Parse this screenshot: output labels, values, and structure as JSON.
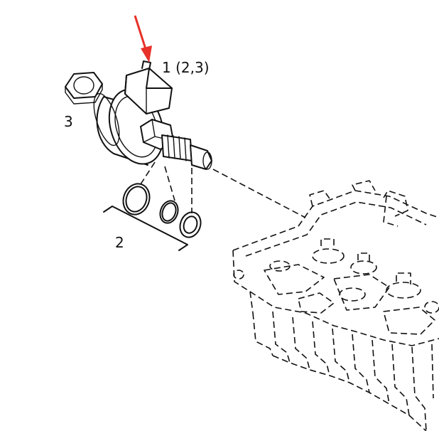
{
  "diagram": {
    "callouts": {
      "part1": "1 (2,3)",
      "part2": "2",
      "part3": "3"
    },
    "colors": {
      "line": "#111111",
      "arrow": "#e8312a",
      "background": "#ffffff"
    }
  }
}
